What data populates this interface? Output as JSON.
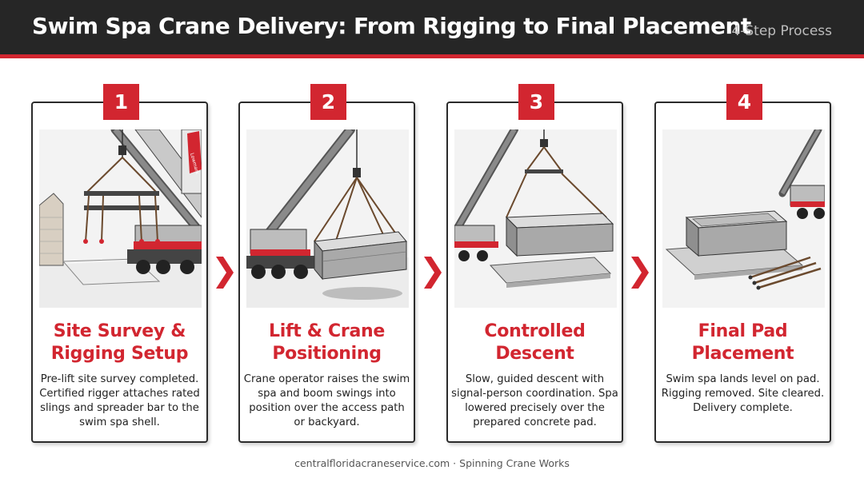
{
  "header": {
    "title": "Swim Spa Crane Delivery: From Rigging to Final Placement",
    "subtitle": "4-Step Process"
  },
  "colors": {
    "accent": "#d22630",
    "header_bg": "#262626"
  },
  "steps": [
    {
      "number": "1",
      "title_line1": "Site Survey &",
      "title_line2": "Rigging Setup",
      "description": "Pre-lift site survey completed. Certified rigger attaches rated slings and spreader bar to the swim spa shell.",
      "crane_label": "Lowmark",
      "illustration": "crane-rigging-setup"
    },
    {
      "number": "2",
      "title_line1": "Lift & Crane",
      "title_line2": "Positioning",
      "description": "Crane operator raises the swim spa and boom swings into position over the access path or backyard.",
      "illustration": "crane-lifting-spa"
    },
    {
      "number": "3",
      "title_line1": "Controlled",
      "title_line2": "Descent",
      "description": "Slow, guided descent with signal-person coordination. Spa lowered precisely over the prepared concrete pad.",
      "illustration": "spa-descending-to-pad"
    },
    {
      "number": "4",
      "title_line1": "Final Pad",
      "title_line2": "Placement",
      "description": "Swim spa lands level on pad. Rigging removed. Site cleared. Delivery complete.",
      "illustration": "spa-placed-on-pad"
    }
  ],
  "arrow_icon": "chevron-right",
  "footer": "centralfloridacraneservice.com · Spinning Crane Works"
}
